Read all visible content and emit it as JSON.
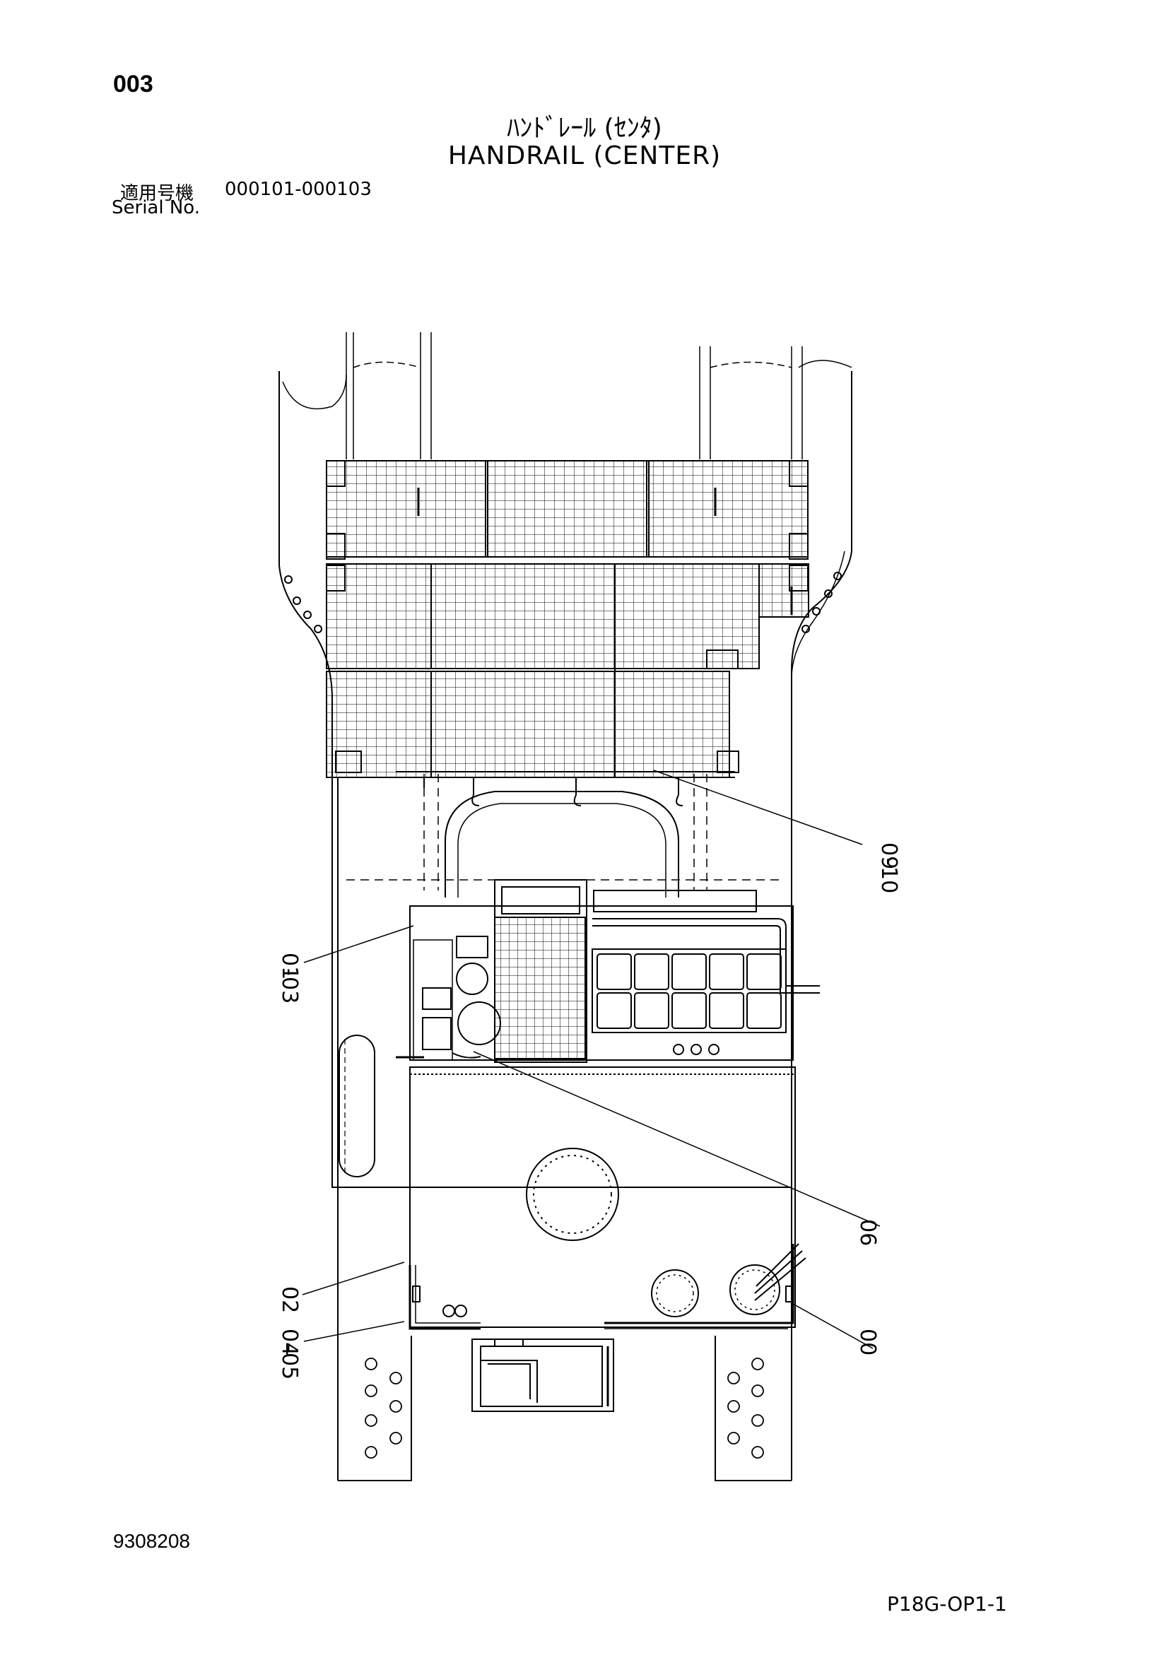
{
  "header": {
    "page_number": "003",
    "title_jp": "ﾊﾝﾄﾞﾚｰﾙ (ｾﾝﾀ)",
    "title_en": "HANDRAIL (CENTER)",
    "serial_label_jp": "適用号機",
    "serial_range": "000101-000103",
    "serial_label_en": "Serial No."
  },
  "callouts": [
    {
      "id": "c-09-10",
      "text_top": "09",
      "text_bottom": "10"
    },
    {
      "id": "c-01-03",
      "text_top": "01",
      "text_bottom": "03"
    },
    {
      "id": "c-06",
      "text_top": "06"
    },
    {
      "id": "c-02",
      "text_top": "02"
    },
    {
      "id": "c-04-05",
      "text_top": "04",
      "text_bottom": "05"
    },
    {
      "id": "c-00",
      "text_top": "00"
    }
  ],
  "footer": {
    "drawing_number": "9308208",
    "sheet_code": "P18G-OP1-1"
  }
}
